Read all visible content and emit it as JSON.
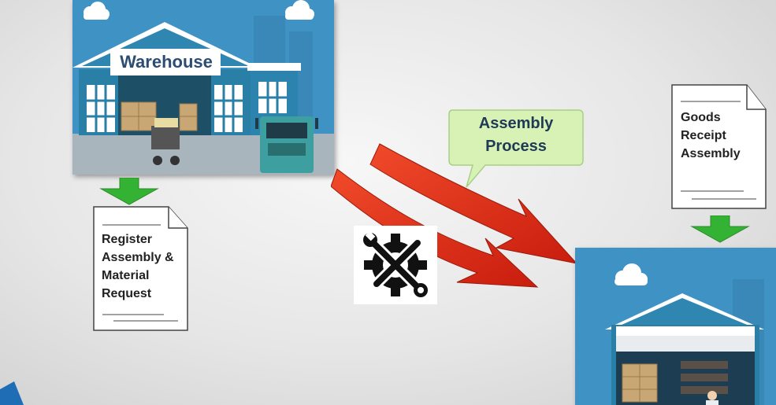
{
  "warehouse": {
    "sign": "Warehouse"
  },
  "doc_register": {
    "lines": [
      "Register",
      "Assembly &",
      "Material",
      "Request"
    ]
  },
  "doc_goods_receipt": {
    "lines": [
      "Goods",
      "Receipt",
      "Assembly"
    ]
  },
  "callout": {
    "lines": [
      "Assembly",
      "Process"
    ]
  },
  "icons": {
    "process": "gear-wrench-screwdriver-icon",
    "arrow": "green-down-arrow-icon"
  },
  "colors": {
    "sky": "#3f93c4",
    "building": "#2a7fa7",
    "arrow_green": "#33b233",
    "arrow_red": "#e02a14",
    "callout_fill": "#d8f2b6"
  }
}
